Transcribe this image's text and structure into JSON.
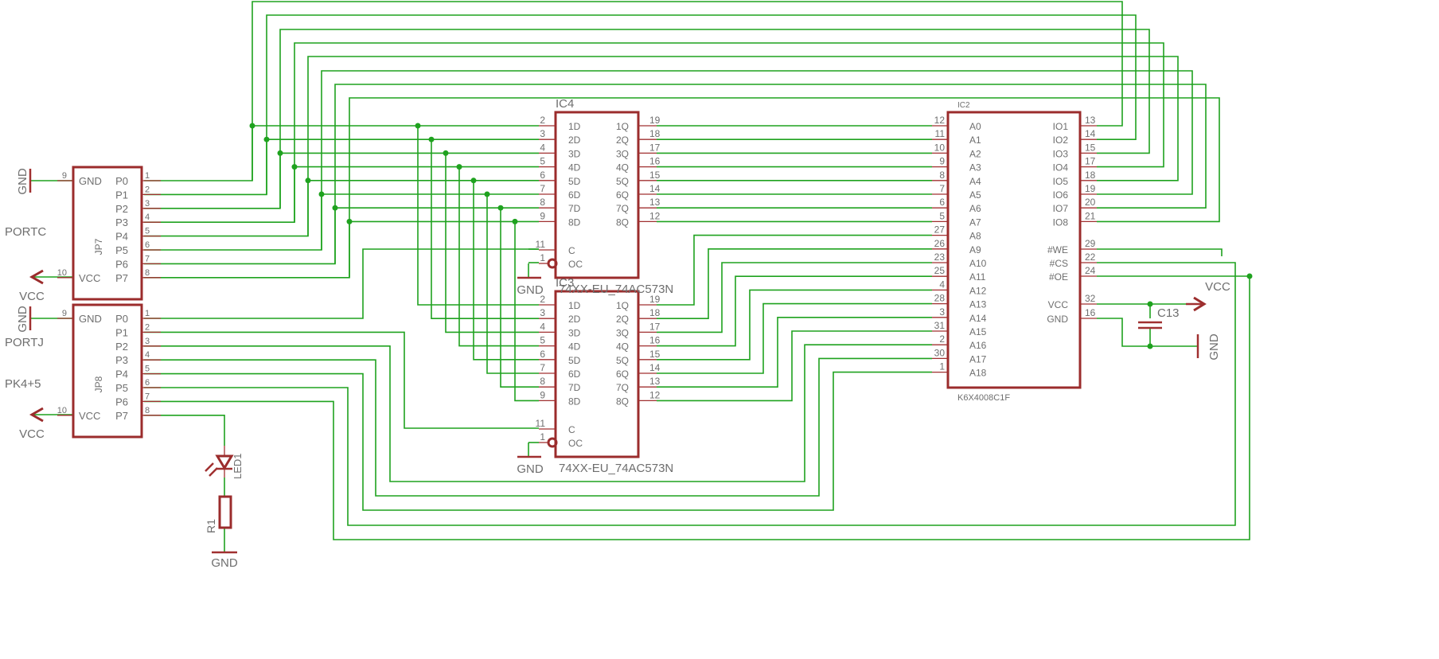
{
  "labels": {
    "portc": "PORTC",
    "portj": "PORTJ",
    "pk45": "PK4+5",
    "vcc": "VCC",
    "gnd": "GND"
  },
  "jp7": {
    "name": "JP7",
    "pins": [
      {
        "num": "1",
        "label": "P0"
      },
      {
        "num": "2",
        "label": "P1"
      },
      {
        "num": "3",
        "label": "P2"
      },
      {
        "num": "4",
        "label": "P3"
      },
      {
        "num": "5",
        "label": "P4"
      },
      {
        "num": "6",
        "label": "P5"
      },
      {
        "num": "7",
        "label": "P6"
      },
      {
        "num": "8",
        "label": "P7"
      }
    ],
    "gnd_pin": {
      "num": "9",
      "label": "GND"
    },
    "vcc_pin": {
      "num": "10",
      "label": "VCC"
    }
  },
  "jp8": {
    "name": "JP8",
    "pins": [
      {
        "num": "1",
        "label": "P0"
      },
      {
        "num": "2",
        "label": "P1"
      },
      {
        "num": "3",
        "label": "P2"
      },
      {
        "num": "4",
        "label": "P3"
      },
      {
        "num": "5",
        "label": "P4"
      },
      {
        "num": "6",
        "label": "P5"
      },
      {
        "num": "7",
        "label": "P6"
      },
      {
        "num": "8",
        "label": "P7"
      }
    ],
    "gnd_pin": {
      "num": "9",
      "label": "GND"
    },
    "vcc_pin": {
      "num": "10",
      "label": "VCC"
    }
  },
  "ic4": {
    "name": "IC4",
    "value": "74XX-EU_74AC573N",
    "left_pins": [
      {
        "num": "2",
        "label": "1D"
      },
      {
        "num": "3",
        "label": "2D"
      },
      {
        "num": "4",
        "label": "3D"
      },
      {
        "num": "5",
        "label": "4D"
      },
      {
        "num": "6",
        "label": "5D"
      },
      {
        "num": "7",
        "label": "6D"
      },
      {
        "num": "8",
        "label": "7D"
      },
      {
        "num": "9",
        "label": "8D"
      }
    ],
    "right_pins": [
      {
        "num": "19",
        "label": "1Q"
      },
      {
        "num": "18",
        "label": "2Q"
      },
      {
        "num": "17",
        "label": "3Q"
      },
      {
        "num": "16",
        "label": "4Q"
      },
      {
        "num": "15",
        "label": "5Q"
      },
      {
        "num": "14",
        "label": "6Q"
      },
      {
        "num": "13",
        "label": "7Q"
      },
      {
        "num": "12",
        "label": "8Q"
      }
    ],
    "c_pin": {
      "num": "11",
      "label": "C"
    },
    "oc_pin": {
      "num": "1",
      "label": "OC"
    }
  },
  "ic3": {
    "name": "IC3",
    "value": "74XX-EU_74AC573N",
    "left_pins": [
      {
        "num": "2",
        "label": "1D"
      },
      {
        "num": "3",
        "label": "2D"
      },
      {
        "num": "4",
        "label": "3D"
      },
      {
        "num": "5",
        "label": "4D"
      },
      {
        "num": "6",
        "label": "5D"
      },
      {
        "num": "7",
        "label": "6D"
      },
      {
        "num": "8",
        "label": "7D"
      },
      {
        "num": "9",
        "label": "8D"
      }
    ],
    "right_pins": [
      {
        "num": "19",
        "label": "1Q"
      },
      {
        "num": "18",
        "label": "2Q"
      },
      {
        "num": "17",
        "label": "3Q"
      },
      {
        "num": "16",
        "label": "4Q"
      },
      {
        "num": "15",
        "label": "5Q"
      },
      {
        "num": "14",
        "label": "6Q"
      },
      {
        "num": "13",
        "label": "7Q"
      },
      {
        "num": "12",
        "label": "8Q"
      }
    ],
    "c_pin": {
      "num": "11",
      "label": "C"
    },
    "oc_pin": {
      "num": "1",
      "label": "OC"
    }
  },
  "ic2": {
    "name": "IC2",
    "value": "K6X4008C1F",
    "left_pins": [
      {
        "num": "12",
        "label": "A0"
      },
      {
        "num": "11",
        "label": "A1"
      },
      {
        "num": "10",
        "label": "A2"
      },
      {
        "num": "9",
        "label": "A3"
      },
      {
        "num": "8",
        "label": "A4"
      },
      {
        "num": "7",
        "label": "A5"
      },
      {
        "num": "6",
        "label": "A6"
      },
      {
        "num": "5",
        "label": "A7"
      },
      {
        "num": "27",
        "label": "A8"
      },
      {
        "num": "26",
        "label": "A9"
      },
      {
        "num": "23",
        "label": "A10"
      },
      {
        "num": "25",
        "label": "A11"
      },
      {
        "num": "4",
        "label": "A12"
      },
      {
        "num": "28",
        "label": "A13"
      },
      {
        "num": "3",
        "label": "A14"
      },
      {
        "num": "31",
        "label": "A15"
      },
      {
        "num": "2",
        "label": "A16"
      },
      {
        "num": "30",
        "label": "A17"
      },
      {
        "num": "1",
        "label": "A18"
      }
    ],
    "right_pins": [
      {
        "num": "13",
        "label": "IO1"
      },
      {
        "num": "14",
        "label": "IO2"
      },
      {
        "num": "15",
        "label": "IO3"
      },
      {
        "num": "17",
        "label": "IO4"
      },
      {
        "num": "18",
        "label": "IO5"
      },
      {
        "num": "19",
        "label": "IO6"
      },
      {
        "num": "20",
        "label": "IO7"
      },
      {
        "num": "21",
        "label": "IO8"
      }
    ],
    "ctrl_pins": [
      {
        "num": "29",
        "label": "#WE"
      },
      {
        "num": "22",
        "label": "#CS"
      },
      {
        "num": "24",
        "label": "#OE"
      }
    ],
    "pwr_pins": [
      {
        "num": "32",
        "label": "VCC"
      },
      {
        "num": "16",
        "label": "GND"
      }
    ]
  },
  "c13": {
    "name": "C13"
  },
  "led1": {
    "name": "LED1"
  },
  "r1": {
    "name": "R1"
  }
}
